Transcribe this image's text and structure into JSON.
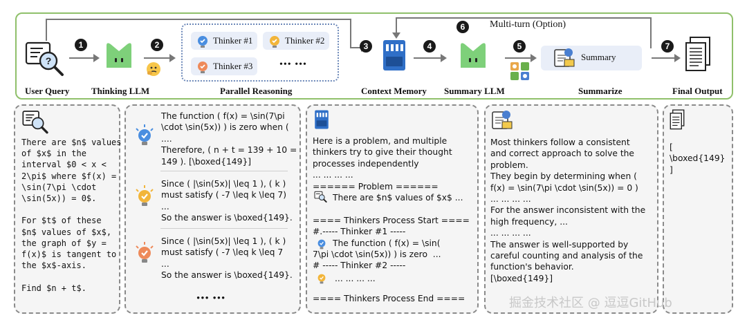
{
  "top": {
    "multiturn_label": "Multi-turn (Option)",
    "steps": [
      "1",
      "2",
      "3",
      "4",
      "5",
      "6",
      "7"
    ],
    "user_query": "User Query",
    "thinking_llm": "Thinking LLM",
    "parallel_reasoning": "Parallel Reasoning",
    "context_memory": "Context Memory",
    "summary_llm": "Summary LLM",
    "summarize": "Summarize",
    "final_output": "Final Output",
    "thinkers": [
      "Thinker #1",
      "Thinker #2",
      "Thinker #3"
    ],
    "ellipsis": "••• •••",
    "summary_pill": "Summary"
  },
  "panel1": {
    "text": "There are $n$ values\nof $x$ in the\ninterval $0 < x <\n2\\pi$ where $f(x) =\n\\sin(7\\pi \\cdot\n\\sin(5x)) = 0$.\n\nFor $t$ of these\n$n$ values of $x$,\nthe graph of $y =\nf(x)$ is tangent to\nthe $x$-axis.\n\nFind $n + t$."
  },
  "panel2": {
    "block1": "The function ( f(x) = \\sin(7\\pi\n\\cdot \\sin(5x)) ) is zero when (\n....\nTherefore, ( n + t = 139 + 10 =\n149 ). [\\boxed{149}]",
    "block2": "Since ( |\\sin(5x)| \\leq 1 ), ( k )\nmust satisfy ( -7 \\leq k \\leq 7)\n...\nSo the answer is \\boxed{149}.",
    "block3": "Since ( |\\sin(5x)| \\leq 1 ), ( k )\nmust satisfy ( -7 \\leq k \\leq 7\n...\nSo the answer is \\boxed{149}.",
    "more": "••• •••"
  },
  "panel3": {
    "intro": "Here is a problem, and multiple\nthinkers try to give their thought\nprocesses independently\n... ... ... ...",
    "problem_header": "====== Problem ======",
    "problem_line": "There are $n$ values of $x$ ...",
    "start": "==== Thinkers Process Start ====",
    "t1_header": "#.----- Thinker #1 -----",
    "t1_line1": "The function ( f(x) = \\sin(",
    "t1_line2": "7\\pi \\cdot \\sin(5x)) ) is zero  ...",
    "t2_header": "# ----- Thinker #2 -----",
    "t2_line": "... ... ... ...",
    "end": "==== Thinkers Process End ===="
  },
  "panel4": {
    "text": "Most thinkers follow a consistent\nand correct approach to solve the\nproblem.\nThey begin by determining when (\nf(x) = \\sin(7\\pi \\cdot \\sin(5x)) = 0 )\n... ... ... ...\nFor the answer inconsistent with the\nhigh frequency, ...\n... ... ... ...\nThe answer is well-supported by\ncareful counting and analysis of the\nfunction's behavior.\n[\\boxed{149}]"
  },
  "panel5": {
    "text": "[\n\\boxed{149}\n]"
  },
  "watermark": "掘金技术社区 @ 逗逗GitHub",
  "colors": {
    "frame": "#8fc06a",
    "llm": "#7ed07a",
    "panel_bg": "#f5f5f5",
    "pill_bg": "#e9eef8",
    "thinker_border": "#6b87b8"
  }
}
